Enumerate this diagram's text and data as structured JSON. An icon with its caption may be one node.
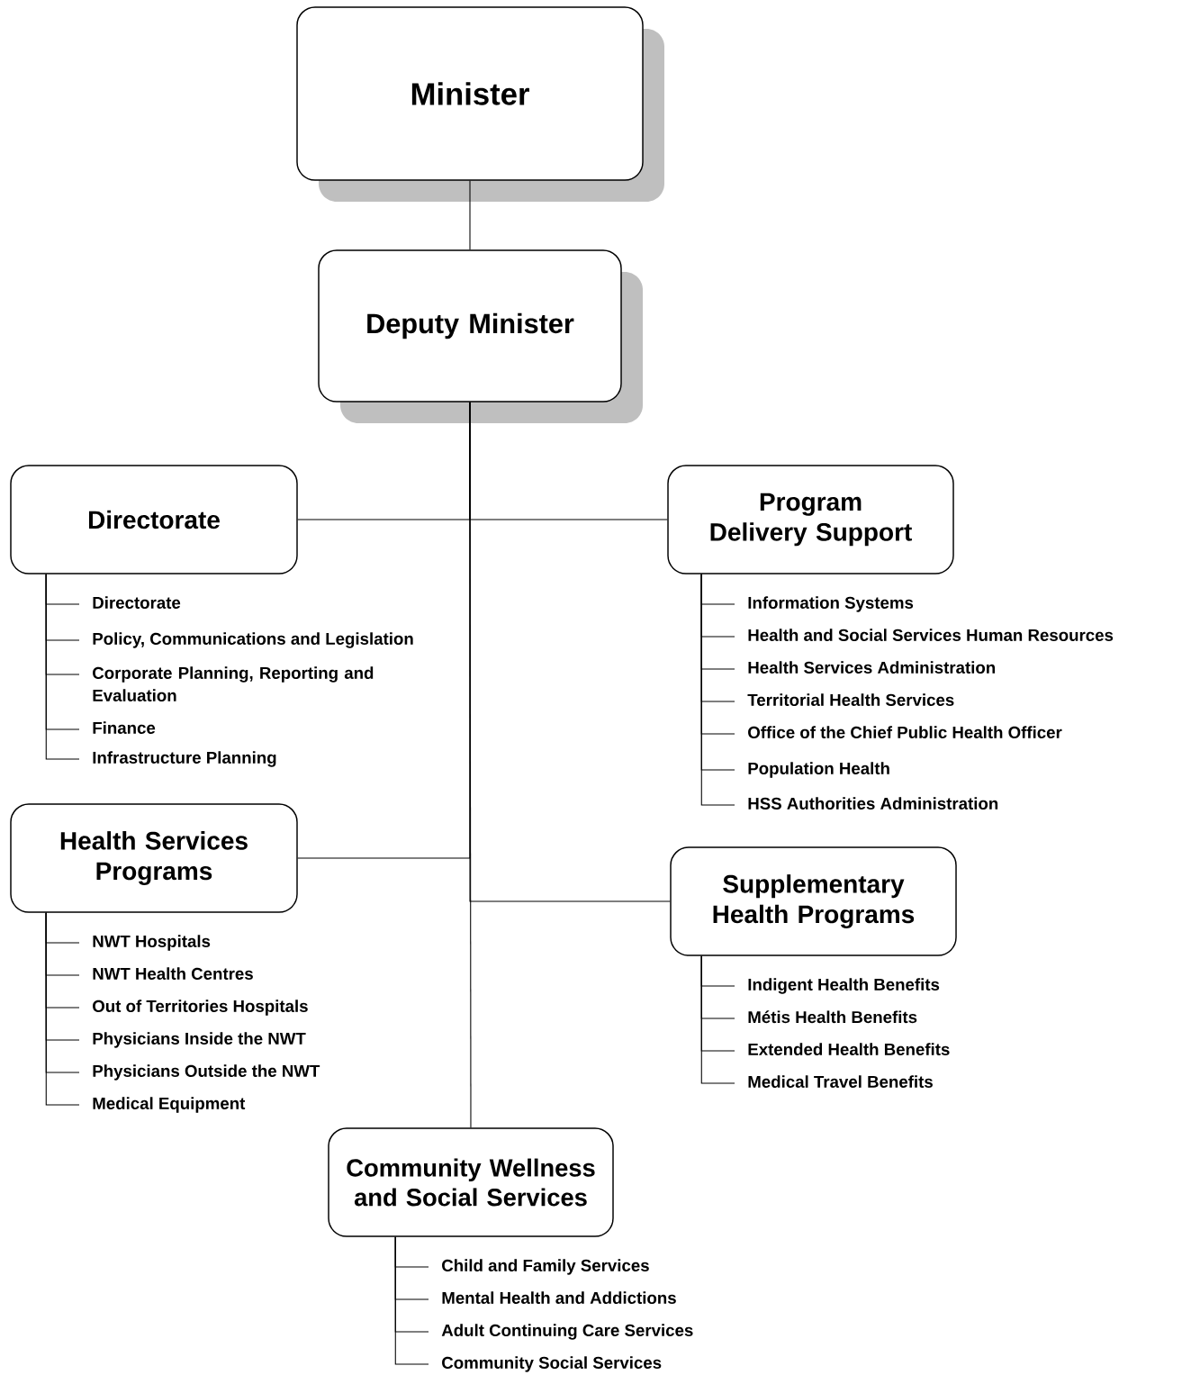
{
  "diagram": {
    "nodes": [
      {
        "text": [
          "Minister"
        ]
      },
      {
        "text": [
          "Deputy Minister"
        ]
      },
      {
        "text": [
          "Directorate"
        ]
      },
      {
        "text": [
          "Program Delivery Support"
        ]
      },
      {
        "text": [
          "Health Services Programs"
        ]
      },
      {
        "text": [
          "Supplementary Health Programs"
        ]
      },
      {
        "text": [
          "Community Wellness and Social Services"
        ]
      },
      {
        "text": [
          "Directorate"
        ]
      },
      {
        "text": [
          "Policy, Communications and Legislation"
        ]
      },
      {
        "text": [
          "Corporate Planning, Reporting and Evaluation"
        ]
      },
      {
        "text": [
          "Finance"
        ]
      },
      {
        "text": [
          "Infrastructure Planning"
        ]
      },
      {
        "text": [
          "Information Systems"
        ]
      },
      {
        "text": [
          "Health and Social Services Human Resources"
        ]
      },
      {
        "text": [
          "Health Services Administration"
        ]
      },
      {
        "text": [
          "Territorial Health Services"
        ]
      },
      {
        "text": [
          "Office of the Chief Public Health Officer"
        ]
      },
      {
        "text": [
          "Population Health"
        ]
      },
      {
        "text": [
          "HSS Authorities Administration"
        ]
      },
      {
        "text": [
          "NWT Hospitals"
        ]
      },
      {
        "text": [
          "NWT Health Centres"
        ]
      },
      {
        "text": [
          "Out of Territories Hospitals"
        ]
      },
      {
        "text": [
          "Physicians Inside the NWT"
        ]
      },
      {
        "text": [
          "Physicians Outside the NWT"
        ]
      },
      {
        "text": [
          "Medical Equipment"
        ]
      },
      {
        "text": [
          "Indigent Health Benefits"
        ]
      },
      {
        "text": [
          "Métis Health Benefits"
        ]
      },
      {
        "text": [
          "Extended Health Benefits"
        ]
      },
      {
        "text": [
          "Medical Travel Benefits"
        ]
      },
      {
        "text": [
          "Child and Family Services"
        ]
      },
      {
        "text": [
          "Mental Health and Addictions"
        ]
      },
      {
        "text": [
          "Adult Continuing Care Services"
        ]
      },
      {
        "text": [
          "Community Social Services"
        ]
      }
    ],
    "edges": [
      {
        "from": 0,
        "to": 1,
        "arrow": "none"
      },
      {
        "from": 1,
        "to": 2,
        "arrow": "none"
      },
      {
        "from": 1,
        "to": 3,
        "arrow": "none"
      },
      {
        "from": 1,
        "to": 4,
        "arrow": "none"
      },
      {
        "from": 1,
        "to": 5,
        "arrow": "none"
      },
      {
        "from": 1,
        "to": 6,
        "arrow": "none"
      },
      {
        "from": 2,
        "to": 7,
        "arrow": "none"
      },
      {
        "from": 2,
        "to": 8,
        "arrow": "none"
      },
      {
        "from": 2,
        "to": 9,
        "arrow": "none"
      },
      {
        "from": 2,
        "to": 10,
        "arrow": "none"
      },
      {
        "from": 2,
        "to": 11,
        "arrow": "none"
      },
      {
        "from": 3,
        "to": 12,
        "arrow": "none"
      },
      {
        "from": 3,
        "to": 13,
        "arrow": "none"
      },
      {
        "from": 3,
        "to": 14,
        "arrow": "none"
      },
      {
        "from": 3,
        "to": 15,
        "arrow": "none"
      },
      {
        "from": 3,
        "to": 16,
        "arrow": "none"
      },
      {
        "from": 3,
        "to": 17,
        "arrow": "none"
      },
      {
        "from": 3,
        "to": 18,
        "arrow": "none"
      },
      {
        "from": 4,
        "to": 19,
        "arrow": "none"
      },
      {
        "from": 4,
        "to": 20,
        "arrow": "none"
      },
      {
        "from": 4,
        "to": 21,
        "arrow": "none"
      },
      {
        "from": 4,
        "to": 22,
        "arrow": "none"
      },
      {
        "from": 4,
        "to": 23,
        "arrow": "none"
      },
      {
        "from": 4,
        "to": 24,
        "arrow": "none"
      },
      {
        "from": 5,
        "to": 25,
        "arrow": "none"
      },
      {
        "from": 5,
        "to": 26,
        "arrow": "none"
      },
      {
        "from": 5,
        "to": 27,
        "arrow": "none"
      },
      {
        "from": 5,
        "to": 28,
        "arrow": "none"
      },
      {
        "from": 6,
        "to": 29,
        "arrow": "none"
      },
      {
        "from": 6,
        "to": 30,
        "arrow": "none"
      },
      {
        "from": 6,
        "to": 31,
        "arrow": "none"
      },
      {
        "from": 6,
        "to": 32,
        "arrow": "none"
      }
    ]
  }
}
